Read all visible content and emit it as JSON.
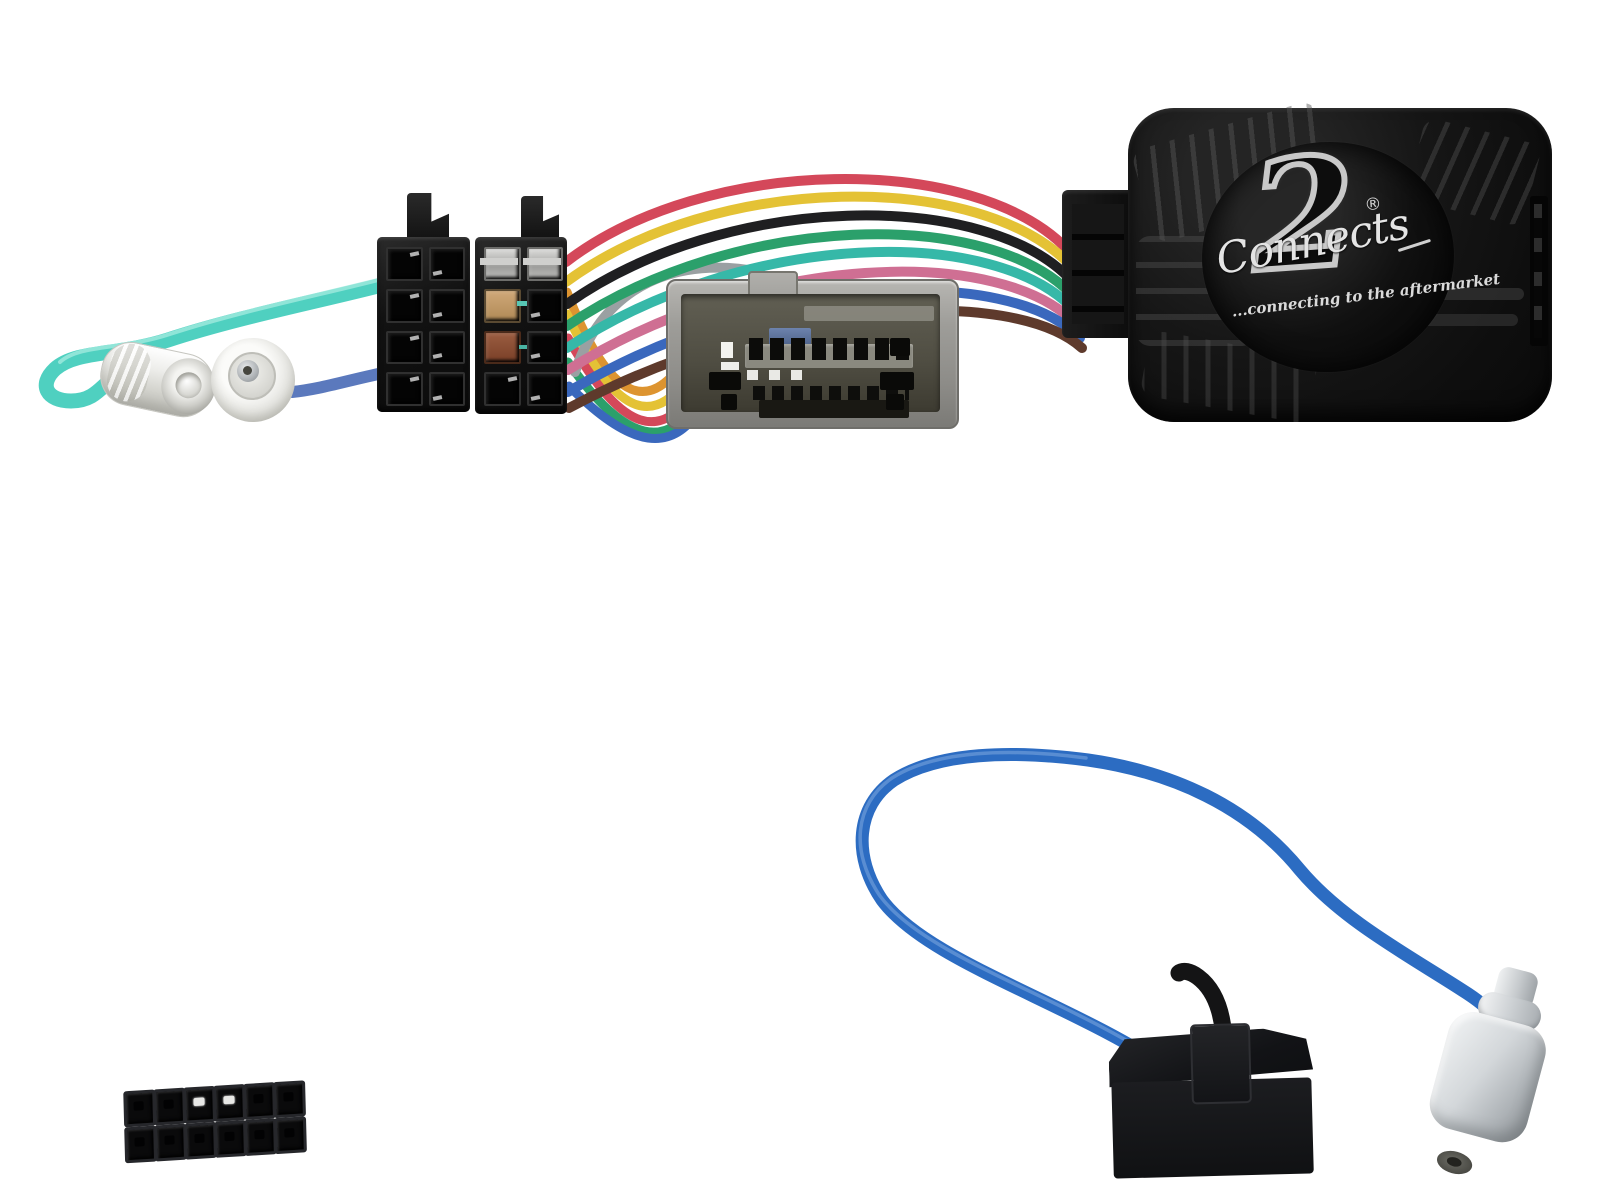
{
  "image": {
    "kind": "product-photo",
    "subject": "Connects2 steering wheel control interface harness with ISO connectors, vehicle plug, interface box and antenna adapter patch lead",
    "background": "#ffffff"
  },
  "brand": {
    "script": "Connects",
    "numeral": "2",
    "registered": "®",
    "tagline": "...connecting to the aftermarket"
  },
  "palette": {
    "teal_wire": "#4fd0c0",
    "teal_highlight": "#a5ece0",
    "blue_wire": "#5b79bd",
    "grey_wire": "#9aa0a2",
    "orange": "#dd9430",
    "yellow": "#e4c235",
    "red": "#d4485a",
    "green": "#2ba06b",
    "teal_strand": "#36b8a8",
    "pink": "#cf6f93",
    "blue_strand": "#3a68bd",
    "brown": "#5e3a2c",
    "black_strand": "#1f1f21",
    "cable_blue": "#2c6cc2",
    "cable_highlight": "#7fa9e0",
    "stub_black": "#141415",
    "box_black": "#121212",
    "connector_grey": "#9e9d99",
    "antenna_silver": "#c9cdd0"
  },
  "structure": {
    "iso_grid": {
      "rows": 4,
      "cols": 2,
      "cell_name": "iso-pin-slot"
    },
    "molex_grid": {
      "rows": 2,
      "cols": 6,
      "cell_name": "molex-pin-slot"
    }
  }
}
